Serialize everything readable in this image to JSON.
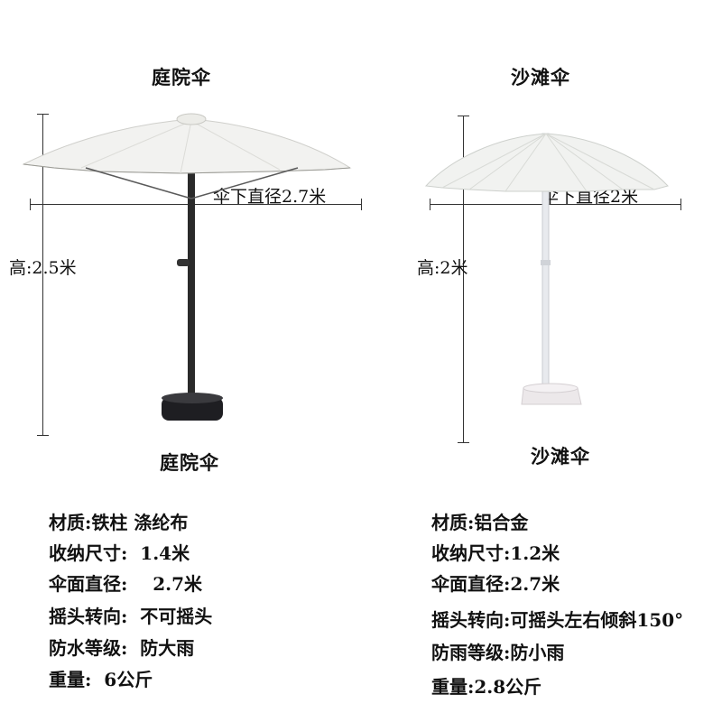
{
  "left": {
    "top_title": "庭院伞",
    "bottom_title": "庭院伞",
    "diameter_label": "伞下直径2.7米",
    "height_label": "高:2.5米",
    "specs": [
      "材质:铁柱 涤纶布",
      "收纳尺寸:  1.4米",
      "伞面直径:    2.7米",
      "摇头转向:  不可摇头",
      "防水等级:  防大雨",
      "重量:  6公斤"
    ]
  },
  "right": {
    "top_title": "沙滩伞",
    "bottom_title": "沙滩伞",
    "diameter_label": "伞下直径2米",
    "height_label": "高:2米",
    "specs": [
      "材质:铝合金",
      "收纳尺寸:1.2米",
      "伞面直径:2.7米",
      "摇头转向:可摇头左右倾斜150°",
      "防雨等级:防小雨",
      "重量:2.8公斤"
    ]
  },
  "colors": {
    "canopy": "#f2f2f0",
    "canopy_shadow": "#d9d9d6",
    "patio_pole": "#2a2a2a",
    "patio_base": "#1e1e22",
    "beach_pole": "#e8eaee",
    "beach_base": "#ece8ea"
  }
}
